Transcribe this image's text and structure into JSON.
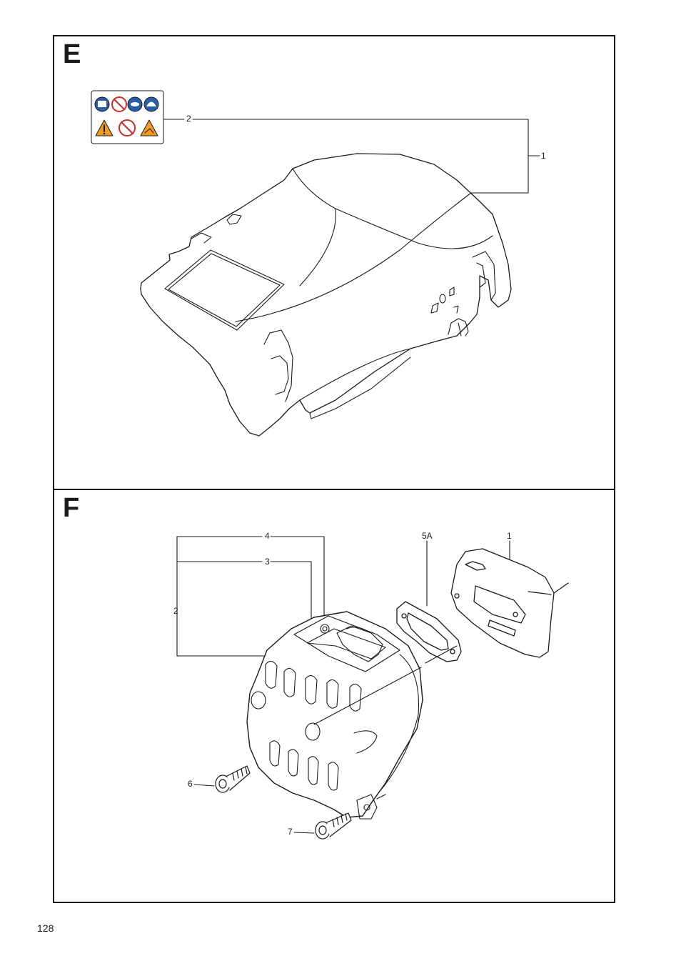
{
  "page": {
    "number": "128"
  },
  "panels": [
    {
      "letter": "E",
      "callouts": [
        "1",
        "2"
      ],
      "decal": {
        "icons": [
          "read-manual-icon",
          "no-one-hand-icon",
          "eye-ear-protection-icon",
          "helmet-icon",
          "warning-icon",
          "no-cutting-tip-icon",
          "kickback-warning-icon"
        ],
        "colors": {
          "blue": "#2a5ea8",
          "orange": "#f29a1d",
          "red": "#d22a2a"
        }
      }
    },
    {
      "letter": "F",
      "callouts": [
        "4",
        "3",
        "2",
        "5A",
        "1",
        "6",
        "7"
      ]
    }
  ]
}
